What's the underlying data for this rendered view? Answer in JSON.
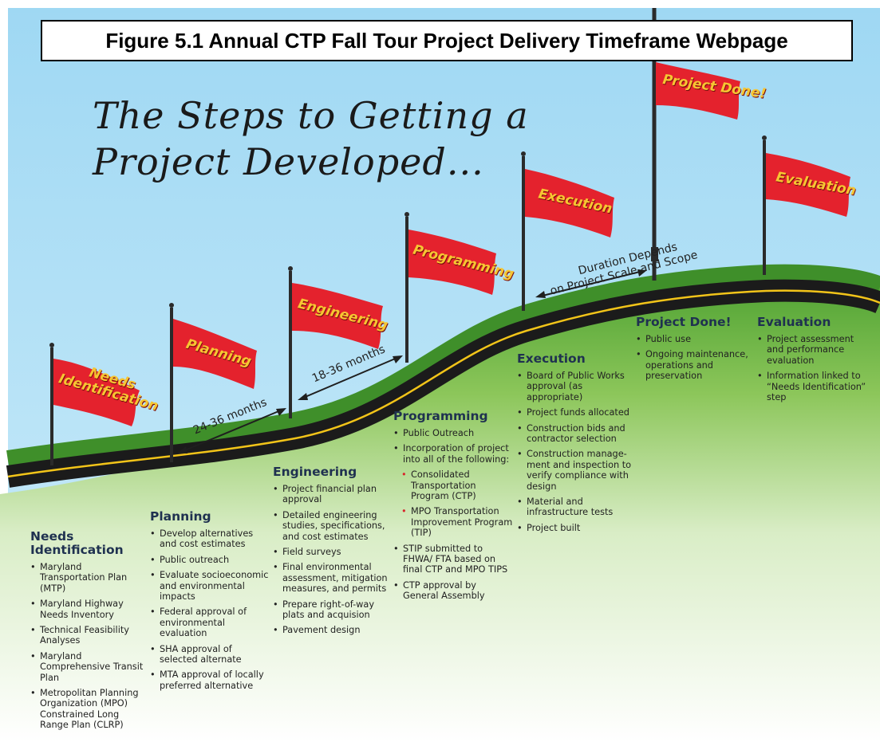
{
  "figure_title": "Figure 5.1 Annual CTP Fall Tour Project Delivery Timeframe Webpage",
  "headline": {
    "line1": "The Steps to Getting a",
    "line2": "Project Developed..."
  },
  "colors": {
    "sky": "#a6dcf5",
    "flag": "#e4222d",
    "flag_text": "#f6c632",
    "road": "#1b1b1b",
    "road_line": "#f2c419",
    "grass": "#5fae3a",
    "heading": "#1f3150",
    "bullet_red": "#d8262c"
  },
  "flags": [
    {
      "id": "needs",
      "label": [
        "Needs",
        "Identification"
      ]
    },
    {
      "id": "planning",
      "label": [
        "Planning"
      ]
    },
    {
      "id": "engineering",
      "label": [
        "Engineering"
      ]
    },
    {
      "id": "programming",
      "label": [
        "Programming"
      ]
    },
    {
      "id": "execution",
      "label": [
        "Execution"
      ]
    },
    {
      "id": "done",
      "label": [
        "Project Done!"
      ]
    },
    {
      "id": "evaluation",
      "label": [
        "Evaluation"
      ]
    }
  ],
  "durations": {
    "planning_engineering": "24-36 months",
    "engineering_programming": "18-36 months",
    "execution_line1": "Duration Depends",
    "execution_line2": "on Project Scale and Scope"
  },
  "stages": [
    {
      "id": "needs",
      "title": [
        "Needs",
        "Identification"
      ],
      "items": [
        {
          "text": "Maryland Transportation Plan (MTP)"
        },
        {
          "text": "Maryland Highway Needs Inventory"
        },
        {
          "text": "Technical Feasibility Analyses"
        },
        {
          "text": "Maryland Comprehensive Transit Plan"
        },
        {
          "text": "Metropolitan Planning Organization (MPO) Constrained Long Range Plan (CLRP)"
        }
      ]
    },
    {
      "id": "planning",
      "title": [
        "Planning"
      ],
      "items": [
        {
          "text": "Develop alternatives and cost estimates"
        },
        {
          "text": "Public outreach"
        },
        {
          "text": "Evaluate socioeconomic and environmental impacts"
        },
        {
          "text": "Federal approval of environmental evaluation"
        },
        {
          "text": "SHA approval of selected alternate"
        },
        {
          "text": "MTA approval of locally preferred alternative"
        }
      ]
    },
    {
      "id": "engineering",
      "title": [
        "Engineering"
      ],
      "items": [
        {
          "text": "Project financial plan approval"
        },
        {
          "text": "Detailed engineering studies, specifications, and cost estimates"
        },
        {
          "text": "Field surveys"
        },
        {
          "text": "Final environmental assessment, mitigation measures, and permits"
        },
        {
          "text": "Prepare right-of-way plats and acquision"
        },
        {
          "text": "Pavement design"
        }
      ]
    },
    {
      "id": "programming",
      "title": [
        "Programming"
      ],
      "items": [
        {
          "text": "Public Outreach"
        },
        {
          "text": "Incorporation of project into all of the following:"
        },
        {
          "text": "Consolidated Transportation Program (CTP)",
          "sub": true
        },
        {
          "text": "MPO Transportation Improvement Program (TIP)",
          "sub": true
        },
        {
          "text": "STIP submitted to FHWA/ FTA based on final CTP and MPO TIPS"
        },
        {
          "text": "CTP approval by General Assembly"
        }
      ]
    },
    {
      "id": "execution",
      "title": [
        "Execution"
      ],
      "items": [
        {
          "text": "Board of Public Works approval (as appropriate)"
        },
        {
          "text": "Project funds allocated"
        },
        {
          "text": "Construction bids and contractor selection"
        },
        {
          "text": "Construction manage- ment and inspection to verify compliance with design"
        },
        {
          "text": "Material and infrastructure tests"
        },
        {
          "text": "Project built"
        }
      ]
    },
    {
      "id": "done",
      "title": [
        "Project Done!"
      ],
      "items": [
        {
          "text": "Public use"
        },
        {
          "text": "Ongoing maintenance, operations and preservation"
        }
      ]
    },
    {
      "id": "evaluation",
      "title": [
        "Evaluation"
      ],
      "items": [
        {
          "text": "Project assessment and performance evaluation"
        },
        {
          "text": "Information linked to “Needs Identification” step"
        }
      ]
    }
  ]
}
